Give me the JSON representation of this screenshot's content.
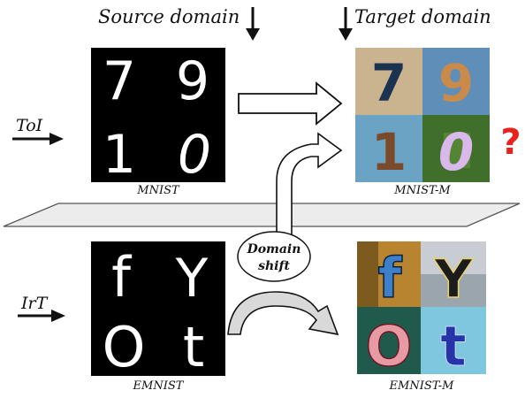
{
  "header": {
    "source_label": "Source domain",
    "target_label": "Target domain"
  },
  "rows": {
    "top_side_label": "ToI",
    "bottom_side_label": "IrT"
  },
  "panels": {
    "mnist": {
      "caption": "MNIST",
      "digits": [
        "7",
        "9",
        "1",
        "0"
      ]
    },
    "mnist_m": {
      "caption": "MNIST-M",
      "digits": [
        "7",
        "9",
        "1",
        "0"
      ]
    },
    "emnist": {
      "caption": "EMNIST",
      "glyphs": [
        "f",
        "Y",
        "O",
        "t"
      ]
    },
    "emnist_m": {
      "caption": "EMNIST-M",
      "glyphs": [
        "f",
        "Y",
        "O",
        "t"
      ]
    }
  },
  "domain_shift": {
    "line1": "Domain",
    "line2": "shift"
  },
  "question_mark": "?",
  "colors": {
    "question": "#e8231e",
    "glyph_white": "#ffffff"
  }
}
